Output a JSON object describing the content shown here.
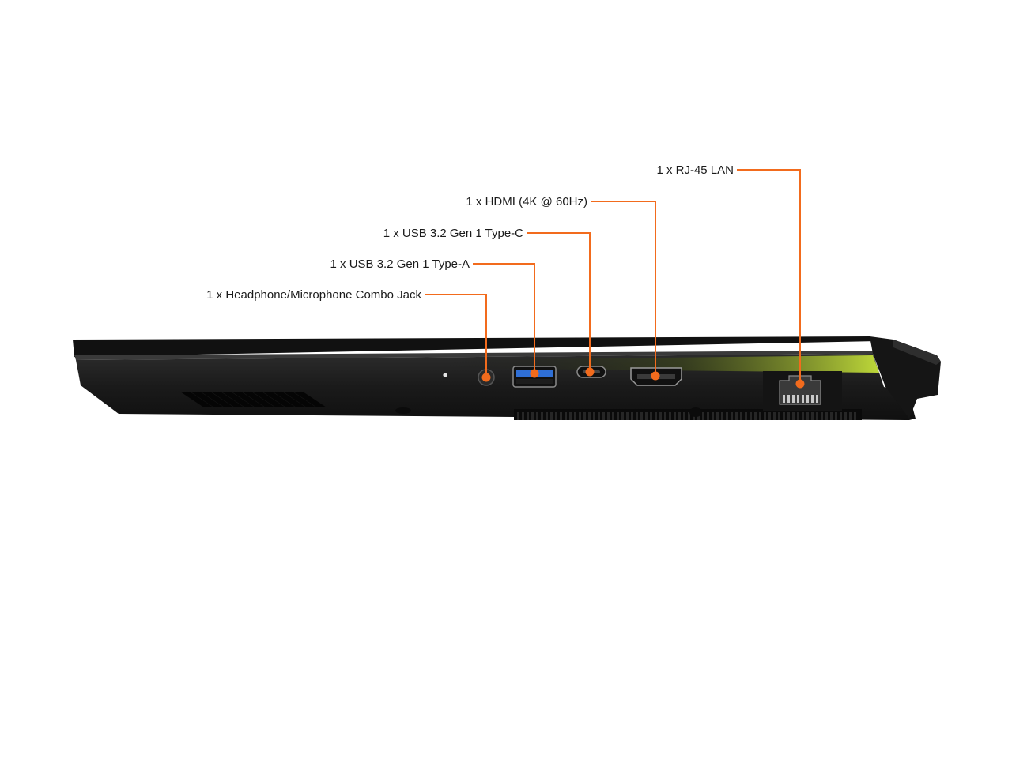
{
  "colors": {
    "accent": "#f26b1d",
    "chassis": "#1b1b1b",
    "usb_a_insert": "#2f6fd6",
    "light_bar": "#c6e23a"
  },
  "ports": [
    {
      "id": "combo-jack",
      "label": "1 x Headphone/Microphone Combo Jack",
      "icon": "headphone-jack-icon"
    },
    {
      "id": "usb-a",
      "label": "1 x USB 3.2 Gen 1 Type-A",
      "icon": "usb-a-icon"
    },
    {
      "id": "usb-c",
      "label": "1 x USB 3.2 Gen 1 Type-C",
      "icon": "usb-c-icon"
    },
    {
      "id": "hdmi",
      "label": "1 x HDMI (4K @ 60Hz)",
      "icon": "hdmi-icon"
    },
    {
      "id": "rj45",
      "label": "1 x RJ-45 LAN",
      "icon": "ethernet-icon"
    }
  ]
}
